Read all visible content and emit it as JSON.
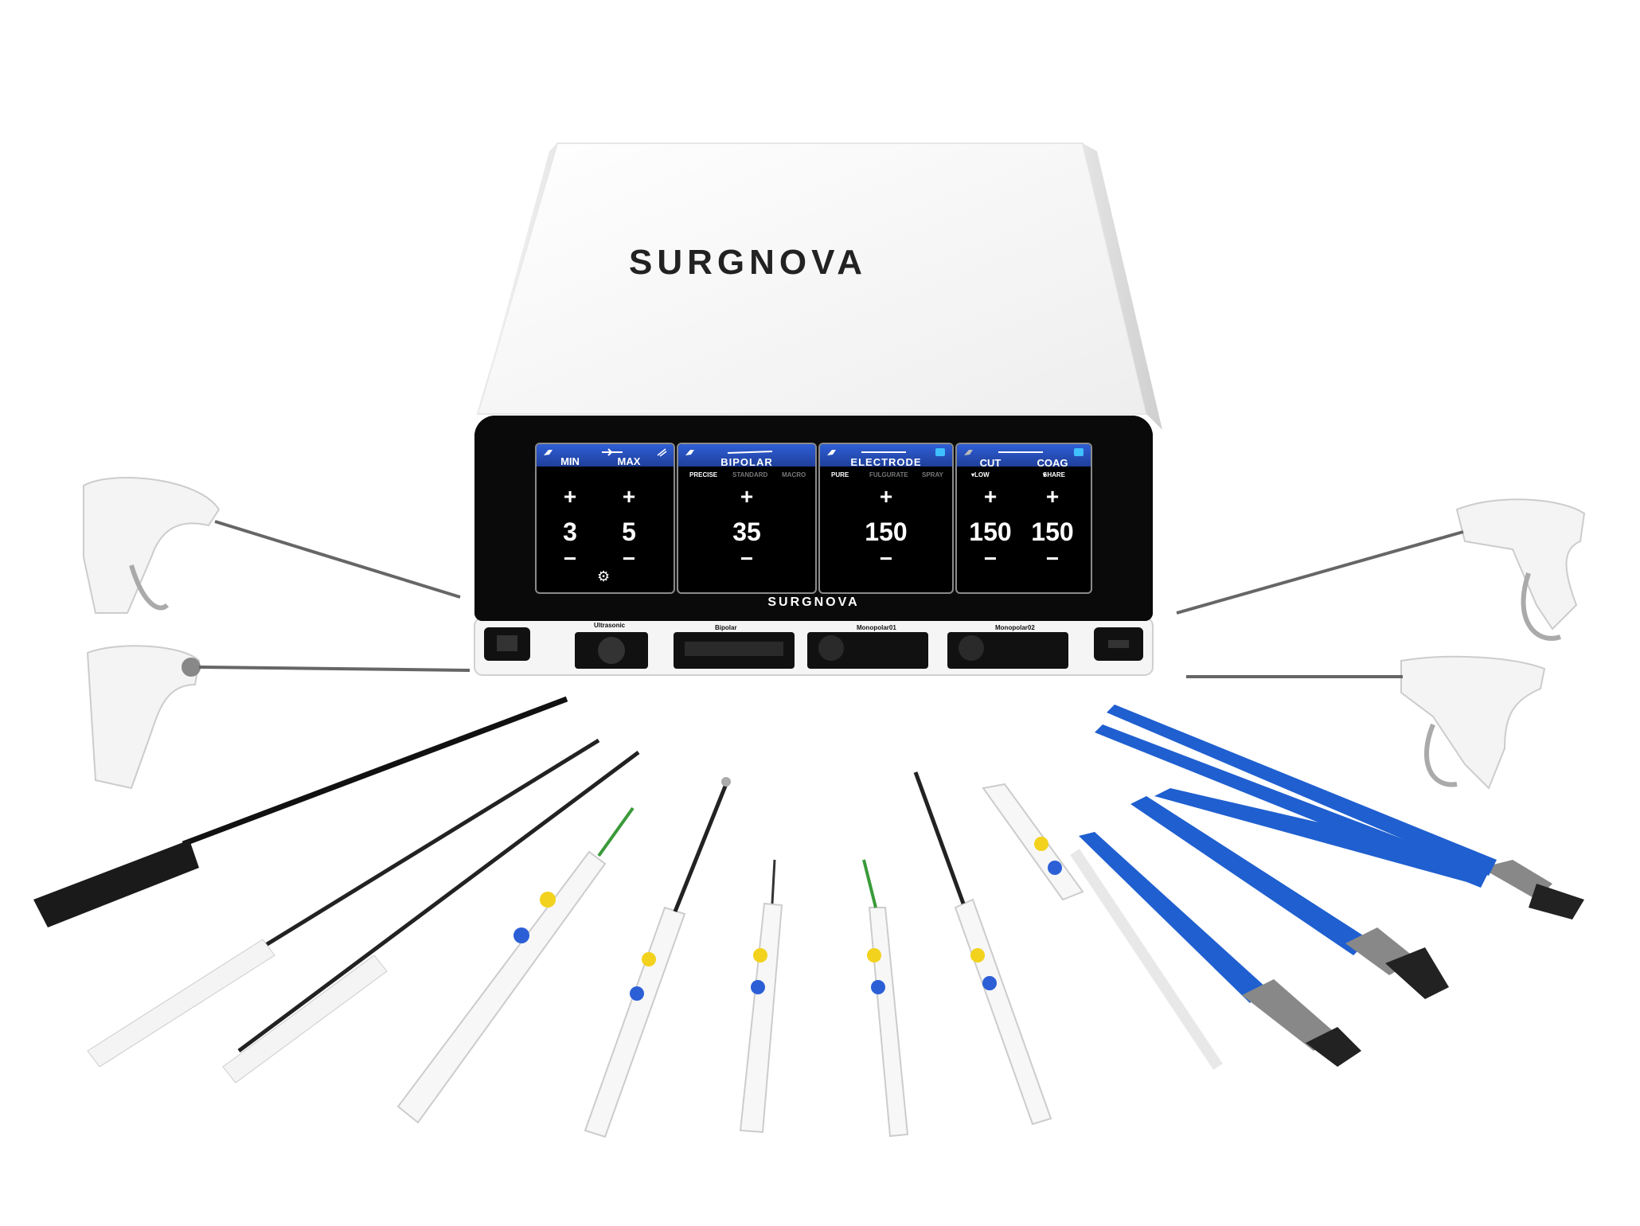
{
  "brand": {
    "top_logo": "SURGNOVA",
    "screen_logo": "SURGNOVA"
  },
  "panels": {
    "ultrasonic": {
      "min_label": "MIN",
      "max_label": "MAX",
      "plus": "+",
      "minus": "−",
      "min_value": "3",
      "max_value": "5",
      "settings_icon": "gear-icon"
    },
    "bipolar": {
      "title": "BIPOLAR",
      "modes": [
        "PRECISE",
        "STANDARD",
        "MACRO"
      ],
      "selected_mode": "PRECISE",
      "plus": "+",
      "minus": "−",
      "value": "35"
    },
    "electrode": {
      "title": "ELECTRODE",
      "modes": [
        "PURE",
        "FULGURATE",
        "SPRAY"
      ],
      "selected_mode": "PURE",
      "plus": "+",
      "minus": "−",
      "value": "150"
    },
    "cut_coag": {
      "cut_label": "CUT",
      "coag_label": "COAG",
      "cut_mode": "LOW",
      "coag_mode": "SHARE",
      "plus": "+",
      "minus": "−",
      "cut_value": "150",
      "coag_value": "150"
    }
  },
  "ports": {
    "ultrasonic": "Ultrasonic",
    "bipolar": "Bipolar",
    "monopolar01": "Monopolar01",
    "monopolar02": "Monopolar02"
  },
  "colors": {
    "screen_header": "#2f5fd6",
    "instrument_blue": "#1f5fd0",
    "button_yellow": "#f2d21c",
    "button_blue": "#2c5fd6",
    "handle_black": "#1a1a1a"
  }
}
